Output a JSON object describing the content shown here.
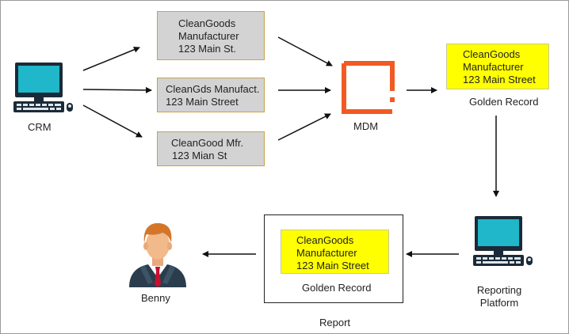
{
  "crm": {
    "label": "CRM"
  },
  "sources": [
    {
      "lines": [
        "CleanGoods",
        "Manufacturer",
        "123 Main St."
      ]
    },
    {
      "lines": [
        "CleanGds Manufact.",
        "123 Main Street"
      ]
    },
    {
      "lines": [
        "CleanGood Mfr.",
        "123 Mian St"
      ]
    }
  ],
  "mdm": {
    "label": "MDM",
    "accent": "#f15a24"
  },
  "golden_record": {
    "lines": [
      "CleanGoods",
      "Manufacturer",
      "123 Main Street"
    ],
    "label": "Golden Record"
  },
  "reporting_platform": {
    "label_line1": "Reporting",
    "label_line2": "Platform"
  },
  "report": {
    "lines": [
      "CleanGoods",
      "Manufacturer",
      "123 Main Street"
    ],
    "inner_label": "Golden Record",
    "label": "Report"
  },
  "user": {
    "label": "Benny"
  }
}
